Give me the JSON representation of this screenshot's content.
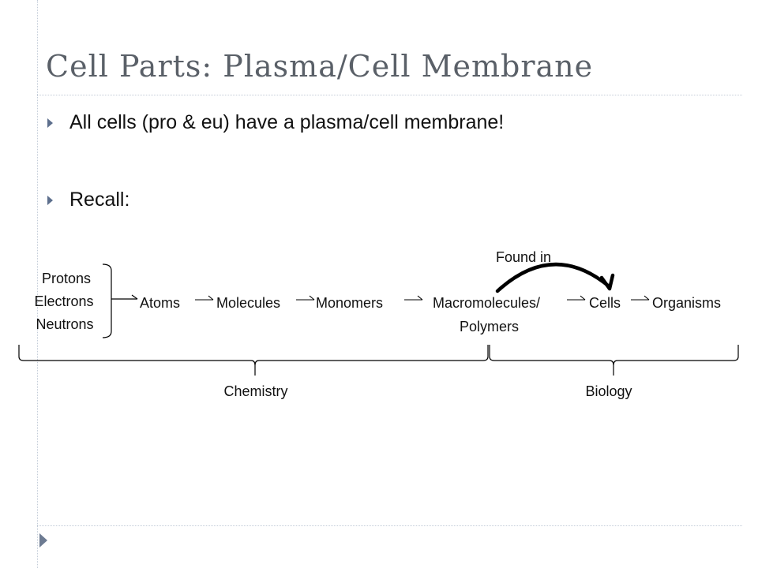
{
  "slide": {
    "title": "Cell Parts: Plasma/Cell Membrane",
    "bullets": [
      "All cells (pro & eu) have a plasma/cell membrane!",
      "Recall:"
    ]
  },
  "diagram": {
    "particles": [
      "Protons",
      "Electrons",
      "Neutrons"
    ],
    "chain": [
      "Atoms",
      "Molecules",
      "Monomers",
      "Macromolecules/",
      "Polymers",
      "Cells",
      "Organisms"
    ],
    "found_in_label": "Found in",
    "groups": [
      "Chemistry",
      "Biology"
    ]
  }
}
